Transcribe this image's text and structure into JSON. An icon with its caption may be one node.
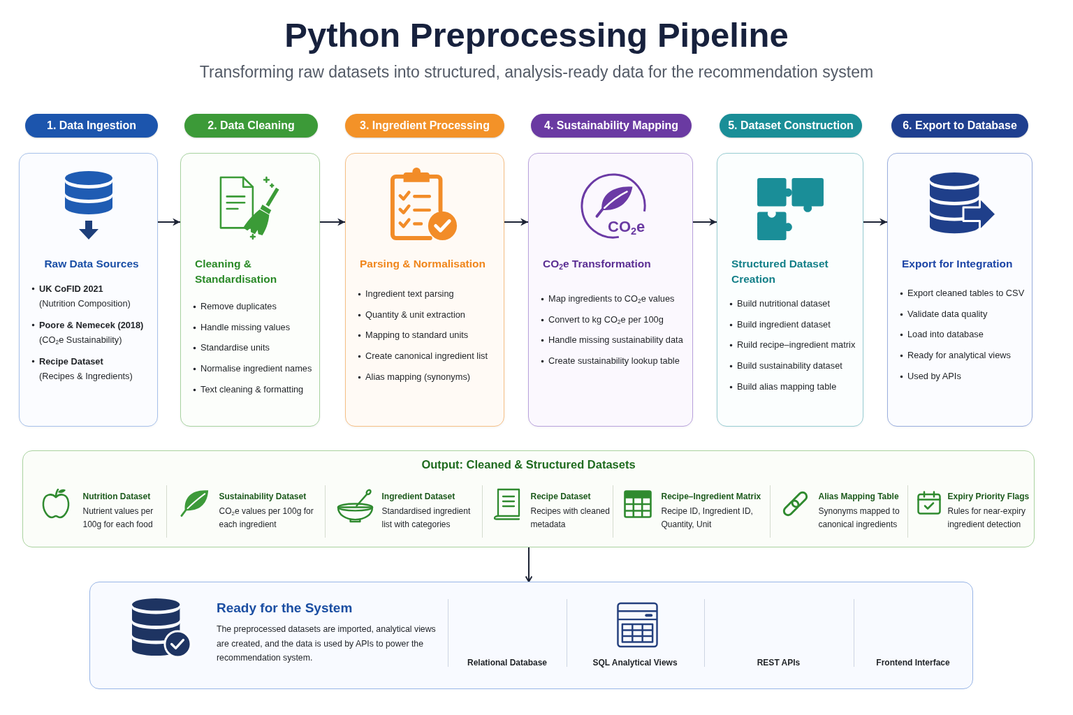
{
  "diagram": {
    "title": "Python Preprocessing Pipeline",
    "nodes": [
      {
        "text": [
          "1. Data Ingestion",
          "Raw Data Sources",
          "**UK CoFID 2021** (Nutrition Composition)",
          "**Poore & Nemecek (2018)** (CO$_{2}$e Sustainability)",
          "**Recipe Dataset** (Recipes & Ingredients)"
        ]
      },
      {
        "text": [
          "2. Data Cleaning",
          "Cleaning & Standardisation",
          "Remove duplicates",
          "Handle missing values",
          "Standardise units",
          "Normalise ingredient names",
          "Text cleaning & formatting"
        ]
      },
      {
        "text": [
          "3. Ingredient Processing",
          "Parsing & Normalisation",
          "Ingredient text parsing",
          "Quantity & unit extraction",
          "Mapping to standard units",
          "Create canonical ingredient list",
          "Alias mapping (synonyms)"
        ]
      },
      {
        "text": [
          "4. Sustainability Mapping",
          "CO$_{2}$e",
          "CO$_{2}$e Transformation",
          "Map ingredients to CO$_{2}$e values",
          "Convert to kg CO$_{2}$e per 100g",
          "Handle missing sustainability data",
          "Create sustainability lookup table"
        ]
      },
      {
        "text": [
          "5. Dataset Construction",
          "Structured Dataset Creation",
          "Build nutritional dataset",
          "Build ingredient dataset",
          "Ruild recipe–ingredient matrix",
          "Build sustainability dataset",
          "Build alias mapping table"
        ]
      },
      {
        "text": [
          "6. Export to Database",
          "Export for Integration",
          "Export cleaned tables to CSV",
          "Validate data quality",
          "Load into database",
          "Ready for analytical views",
          "Used by APIs"
        ]
      },
      {
        "text": [
          "Output: Cleaned & Structured Datasets"
        ]
      },
      {
        "text": [
          "Nutrition Dataset",
          "Nutrient values per 100g for each food"
        ],
        "in": 6
      },
      {
        "text": [
          "Sustainability Dataset",
          "CO$_{2}$e values per 100g for each ingredient"
        ],
        "in": 6
      },
      {
        "text": [
          "Ingredient Dataset",
          "Standardised ingredient list with categories"
        ],
        "in": 6
      },
      {
        "text": [
          "Recipe Dataset",
          "Recipes with cleaned metadata"
        ],
        "in": 6
      },
      {
        "text": [
          "Recipe–Ingredient Matrix",
          "Recipe ID, Ingredient ID, Quantity, Unit"
        ],
        "in": 6
      },
      {
        "text": [
          "Alias Mapping Table",
          "Synonyms mapped to canonical ingredients"
        ],
        "in": 6
      },
      {
        "text": [
          "Expiry Priority Flags",
          "Rules for near-expiry ingredient detection"
        ],
        "in": 6
      },
      {
        "text": [
          "Ready for the System",
          "The preprocessed datasets are imported, analytical views are created, and the data is used by APIs to power the recommendation system."
        ]
      },
      {
        "text": [
          "Relational Database"
        ],
        "in": 14
      },
      {
        "text": [
          "SQL Analytical Views"
        ],
        "in": 14
      },
      {
        "text": [
          "REST APIs"
        ],
        "in": 14
      },
      {
        "text": [
          "Frontend Interface"
        ],
        "in": 14
      }
    ],
    "edges": [
      {
        "from": 0,
        "to": 1,
        "arrow": "to"
      },
      {
        "from": 1,
        "to": 2,
        "arrow": "to"
      },
      {
        "from": 2,
        "to": 3,
        "arrow": "to"
      },
      {
        "from": 3,
        "to": 4,
        "arrow": "to"
      },
      {
        "from": 4,
        "to": 5,
        "arrow": "to"
      },
      {
        "from": 6,
        "to": 14,
        "arrow": "to"
      }
    ],
    "labels": [
      "Transforming raw datasets into structured, analysis-ready data for the recommendation system"
    ]
  }
}
